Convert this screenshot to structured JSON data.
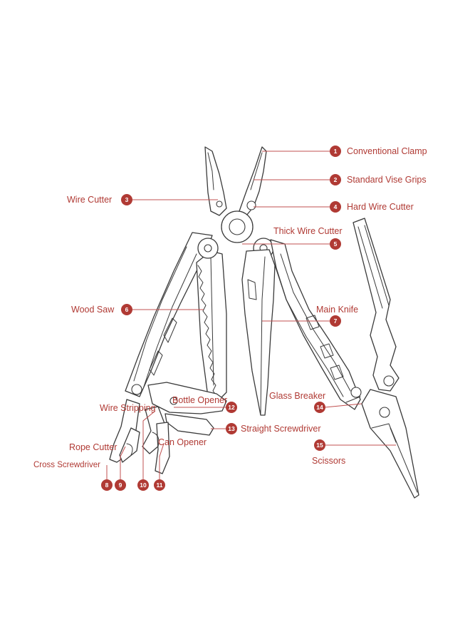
{
  "colors": {
    "accent": "#b03a34",
    "outline": "#3a3a3a",
    "background": "#ffffff"
  },
  "callouts": [
    {
      "num": "1",
      "label": "Conventional Clamp"
    },
    {
      "num": "2",
      "label": "Standard Vise Grips"
    },
    {
      "num": "3",
      "label": "Wire Cutter"
    },
    {
      "num": "4",
      "label": "Hard Wire Cutter"
    },
    {
      "num": "5",
      "label": "Thick Wire Cutter"
    },
    {
      "num": "6",
      "label": "Wood Saw"
    },
    {
      "num": "7",
      "label": "Main Knife"
    },
    {
      "num": "8",
      "label": "Cross Screwdriver"
    },
    {
      "num": "9",
      "label": "Rope Cutter"
    },
    {
      "num": "10",
      "label": "Wire Stripping"
    },
    {
      "num": "11",
      "label": "Can Opener"
    },
    {
      "num": "12",
      "label": "Bottle Opener"
    },
    {
      "num": "13",
      "label": "Straight Screwdriver"
    },
    {
      "num": "14",
      "label": "Glass Breaker"
    },
    {
      "num": "15",
      "label": "Scissors"
    }
  ]
}
